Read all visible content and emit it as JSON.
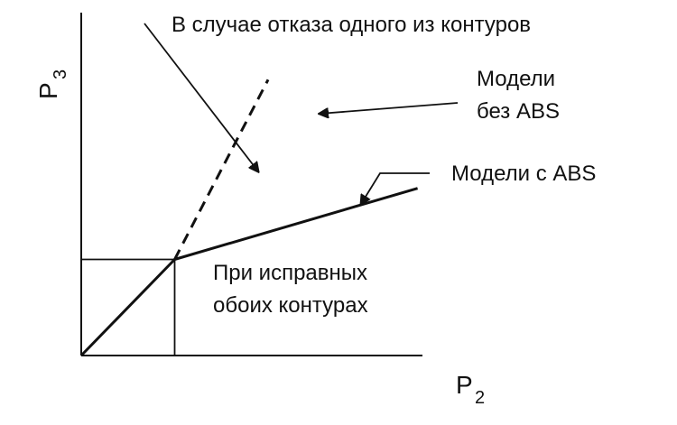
{
  "chart_data": {
    "type": "line",
    "xlabel": "P",
    "xlabel_sub": "2",
    "ylabel": "P",
    "ylabel_sub": "3",
    "grid": false,
    "guides": {
      "x": 1,
      "y": 1
    },
    "series": [
      {
        "name": "",
        "style": "solid",
        "x": [
          0,
          1
        ],
        "y": [
          0,
          1
        ]
      },
      {
        "name": "",
        "style": "dashed",
        "x": [
          1,
          2
        ],
        "y": [
          1,
          2.87
        ]
      },
      {
        "name": "",
        "style": "solid",
        "x": [
          1,
          3.6
        ],
        "y": [
          1,
          1.74
        ]
      }
    ],
    "annotations": {
      "failure_case": "В случае отказа одного из контуров",
      "models_without_abs_line1": "Модели",
      "models_without_abs_line2": "без ABS",
      "models_with_abs": "Модели с ABS",
      "normal_line1": "При исправных",
      "normal_line2": "обоих контурах"
    }
  }
}
